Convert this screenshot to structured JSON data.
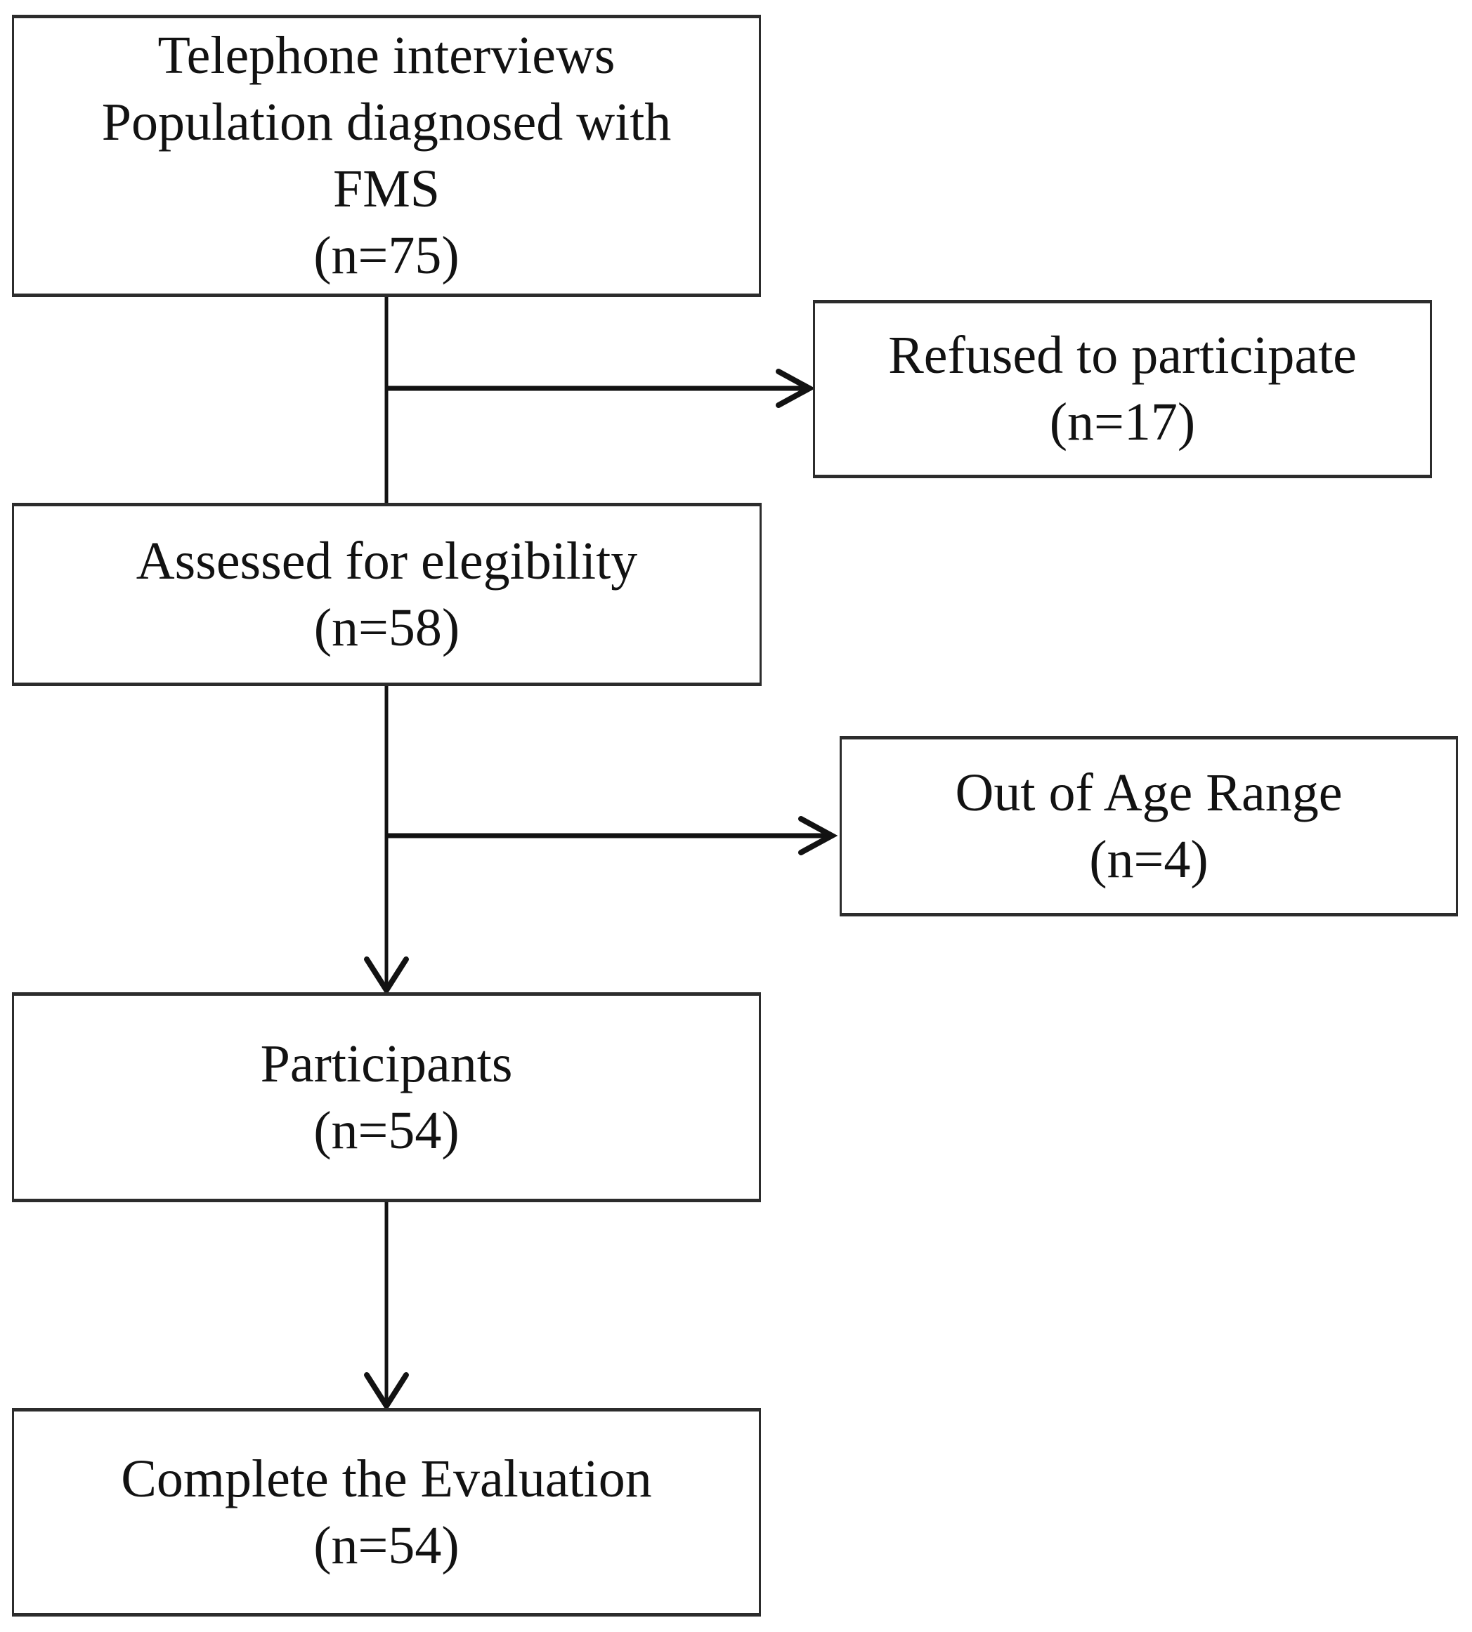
{
  "diagram": {
    "type": "flowchart",
    "nodes": [
      {
        "id": "telephone-interviews",
        "lines": [
          "Telephone interviews",
          "Population diagnosed with",
          "FMS"
        ],
        "n": "(n=75)"
      },
      {
        "id": "refused-to-participate",
        "lines": [
          "Refused to participate"
        ],
        "n": "(n=17)"
      },
      {
        "id": "assessed-for-elegibility",
        "lines": [
          "Assessed for elegibility"
        ],
        "n": "(n=58)"
      },
      {
        "id": "out-of-age-range",
        "lines": [
          "Out of Age Range"
        ],
        "n": "(n=4)"
      },
      {
        "id": "participants",
        "lines": [
          "Participants"
        ],
        "n": "(n=54)"
      },
      {
        "id": "complete-the-evaluation",
        "lines": [
          "Complete the Evaluation"
        ],
        "n": "(n=54)"
      }
    ],
    "edges": [
      {
        "from": "telephone-interviews",
        "to": "assessed-for-elegibility",
        "arrow": false
      },
      {
        "from": "telephone-interviews",
        "to": "refused-to-participate",
        "arrow": true
      },
      {
        "from": "assessed-for-elegibility",
        "to": "participants",
        "arrow": true
      },
      {
        "from": "assessed-for-elegibility",
        "to": "out-of-age-range",
        "arrow": true
      },
      {
        "from": "participants",
        "to": "complete-the-evaluation",
        "arrow": true
      }
    ],
    "colors": {
      "background": "#ffffff",
      "border": "#2c2c2c",
      "text": "#121212",
      "line": "#121212"
    }
  }
}
